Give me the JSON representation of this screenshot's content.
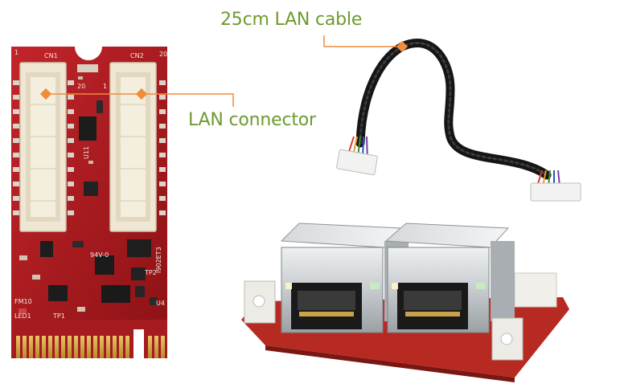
{
  "labels": {
    "cable": "25cm LAN cable",
    "connector": "LAN connector"
  },
  "board_markings": {
    "cn1": "CN1",
    "cn2": "CN2",
    "rating": "94V-0",
    "pin1_left": "1",
    "pin20_left": "20",
    "pin1_right": "1",
    "pin20_right": "20",
    "fm10": "FM10",
    "led1": "LED1",
    "tp1": "TP1",
    "tp2": "TP2",
    "u4": "U4",
    "u11": "U11",
    "serial": "I902ET3"
  },
  "colors": {
    "callout": "#f08c3a",
    "label_text": "#6d9b2f",
    "pcb": "#b01a1f",
    "connector": "#efe7d4"
  }
}
